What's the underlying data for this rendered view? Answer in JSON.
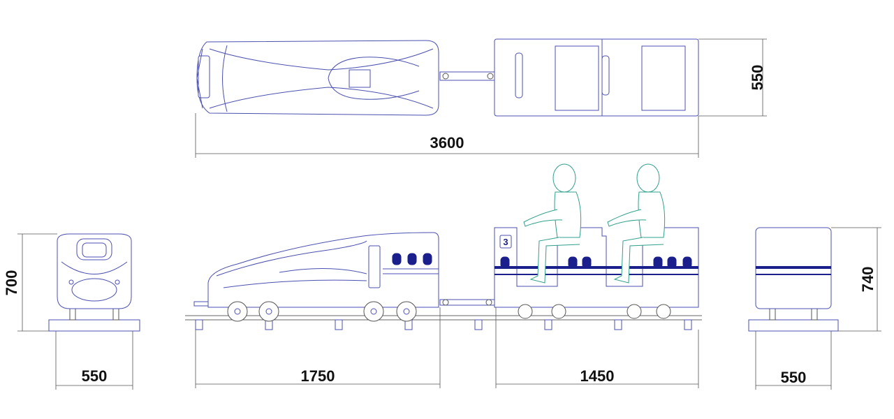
{
  "dimensions": {
    "total_length": "3600",
    "top_width": "550",
    "front_width": "550",
    "front_height": "700",
    "lead_car_length": "1750",
    "passenger_car_length": "1450",
    "rear_width": "550",
    "rear_height": "740"
  },
  "car_number": "3",
  "colors": {
    "outline": "#4a4fb0",
    "stripe": "#1a1f8c",
    "figure": "#2fa08c",
    "dimension_line": "#555555"
  }
}
